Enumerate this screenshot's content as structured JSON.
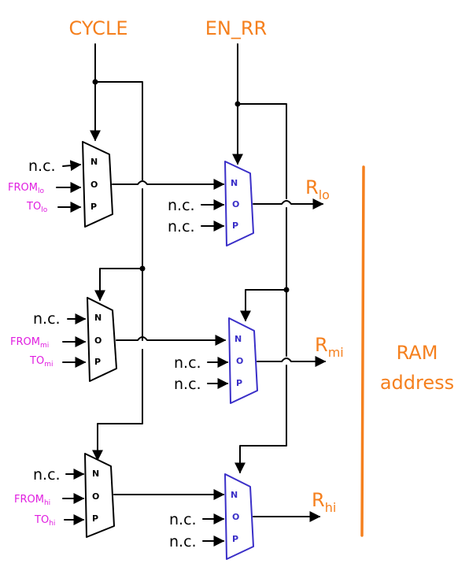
{
  "colors": {
    "signal": "#f5801e",
    "from_to": "#e01ee0",
    "mux_left": "#000000",
    "mux_right": "#3a2fc8",
    "wire": "#000000"
  },
  "inputs": {
    "cycle": "CYCLE",
    "en_rr": "EN_RR"
  },
  "mux_inputs": {
    "n": "N",
    "o": "O",
    "p": "P"
  },
  "left_muxes": [
    {
      "nc": "n.c.",
      "from_main": "FROM",
      "from_sub": "lo",
      "to_main": "TO",
      "to_sub": "lo"
    },
    {
      "nc": "n.c.",
      "from_main": "FROM",
      "from_sub": "mi",
      "to_main": "TO",
      "to_sub": "mi"
    },
    {
      "nc": "n.c.",
      "from_main": "FROM",
      "from_sub": "hi",
      "to_main": "TO",
      "to_sub": "hi"
    }
  ],
  "right_muxes": [
    {
      "nc1": "n.c.",
      "nc2": "n.c."
    },
    {
      "nc1": "n.c.",
      "nc2": "n.c."
    },
    {
      "nc1": "n.c.",
      "nc2": "n.c."
    }
  ],
  "outputs": [
    {
      "main": "R",
      "sub": "lo"
    },
    {
      "main": "R",
      "sub": "mi"
    },
    {
      "main": "R",
      "sub": "hi"
    }
  ],
  "group_label": {
    "line1": "RAM",
    "line2": "address"
  }
}
